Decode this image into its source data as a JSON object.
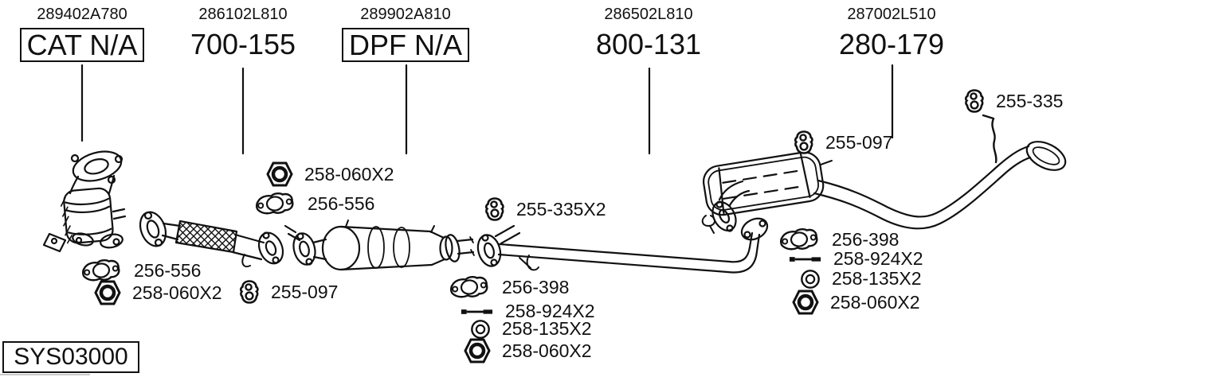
{
  "colors": {
    "ink": "#111111",
    "paper": "#ffffff"
  },
  "system_code": "SYS03000",
  "columns": [
    {
      "oem": "289402A780",
      "label": "CAT N/A",
      "boxed": true
    },
    {
      "oem": "286102L810",
      "label": "700-155",
      "boxed": false
    },
    {
      "oem": "289902A810",
      "label": "DPF N/A",
      "boxed": true
    },
    {
      "oem": "286502L810",
      "label": "800-131",
      "boxed": false
    },
    {
      "oem": "287002L510",
      "label": "280-179",
      "boxed": false
    }
  ],
  "callouts": [
    {
      "icon": "nut-icon",
      "label": "258-060X2"
    },
    {
      "icon": "gasket-icon",
      "label": "256-556"
    },
    {
      "icon": "gasket-icon",
      "label": "256-556"
    },
    {
      "icon": "nut-icon",
      "label": "258-060X2"
    },
    {
      "icon": "hanger-icon",
      "label": "255-097"
    },
    {
      "icon": "hanger-icon",
      "label": "255-335X2"
    },
    {
      "icon": "gasket-icon",
      "label": "256-398"
    },
    {
      "icon": "bolt-icon",
      "label": "258-924X2"
    },
    {
      "icon": "washer-icon",
      "label": "258-135X2"
    },
    {
      "icon": "nut-icon",
      "label": "258-060X2"
    },
    {
      "icon": "gasket-icon",
      "label": "256-398"
    },
    {
      "icon": "bolt-icon",
      "label": "258-924X2"
    },
    {
      "icon": "washer-icon",
      "label": "258-135X2"
    },
    {
      "icon": "nut-icon",
      "label": "258-060X2"
    },
    {
      "icon": "hanger-icon",
      "label": "255-097"
    },
    {
      "icon": "hanger-icon",
      "label": "255-335"
    }
  ]
}
